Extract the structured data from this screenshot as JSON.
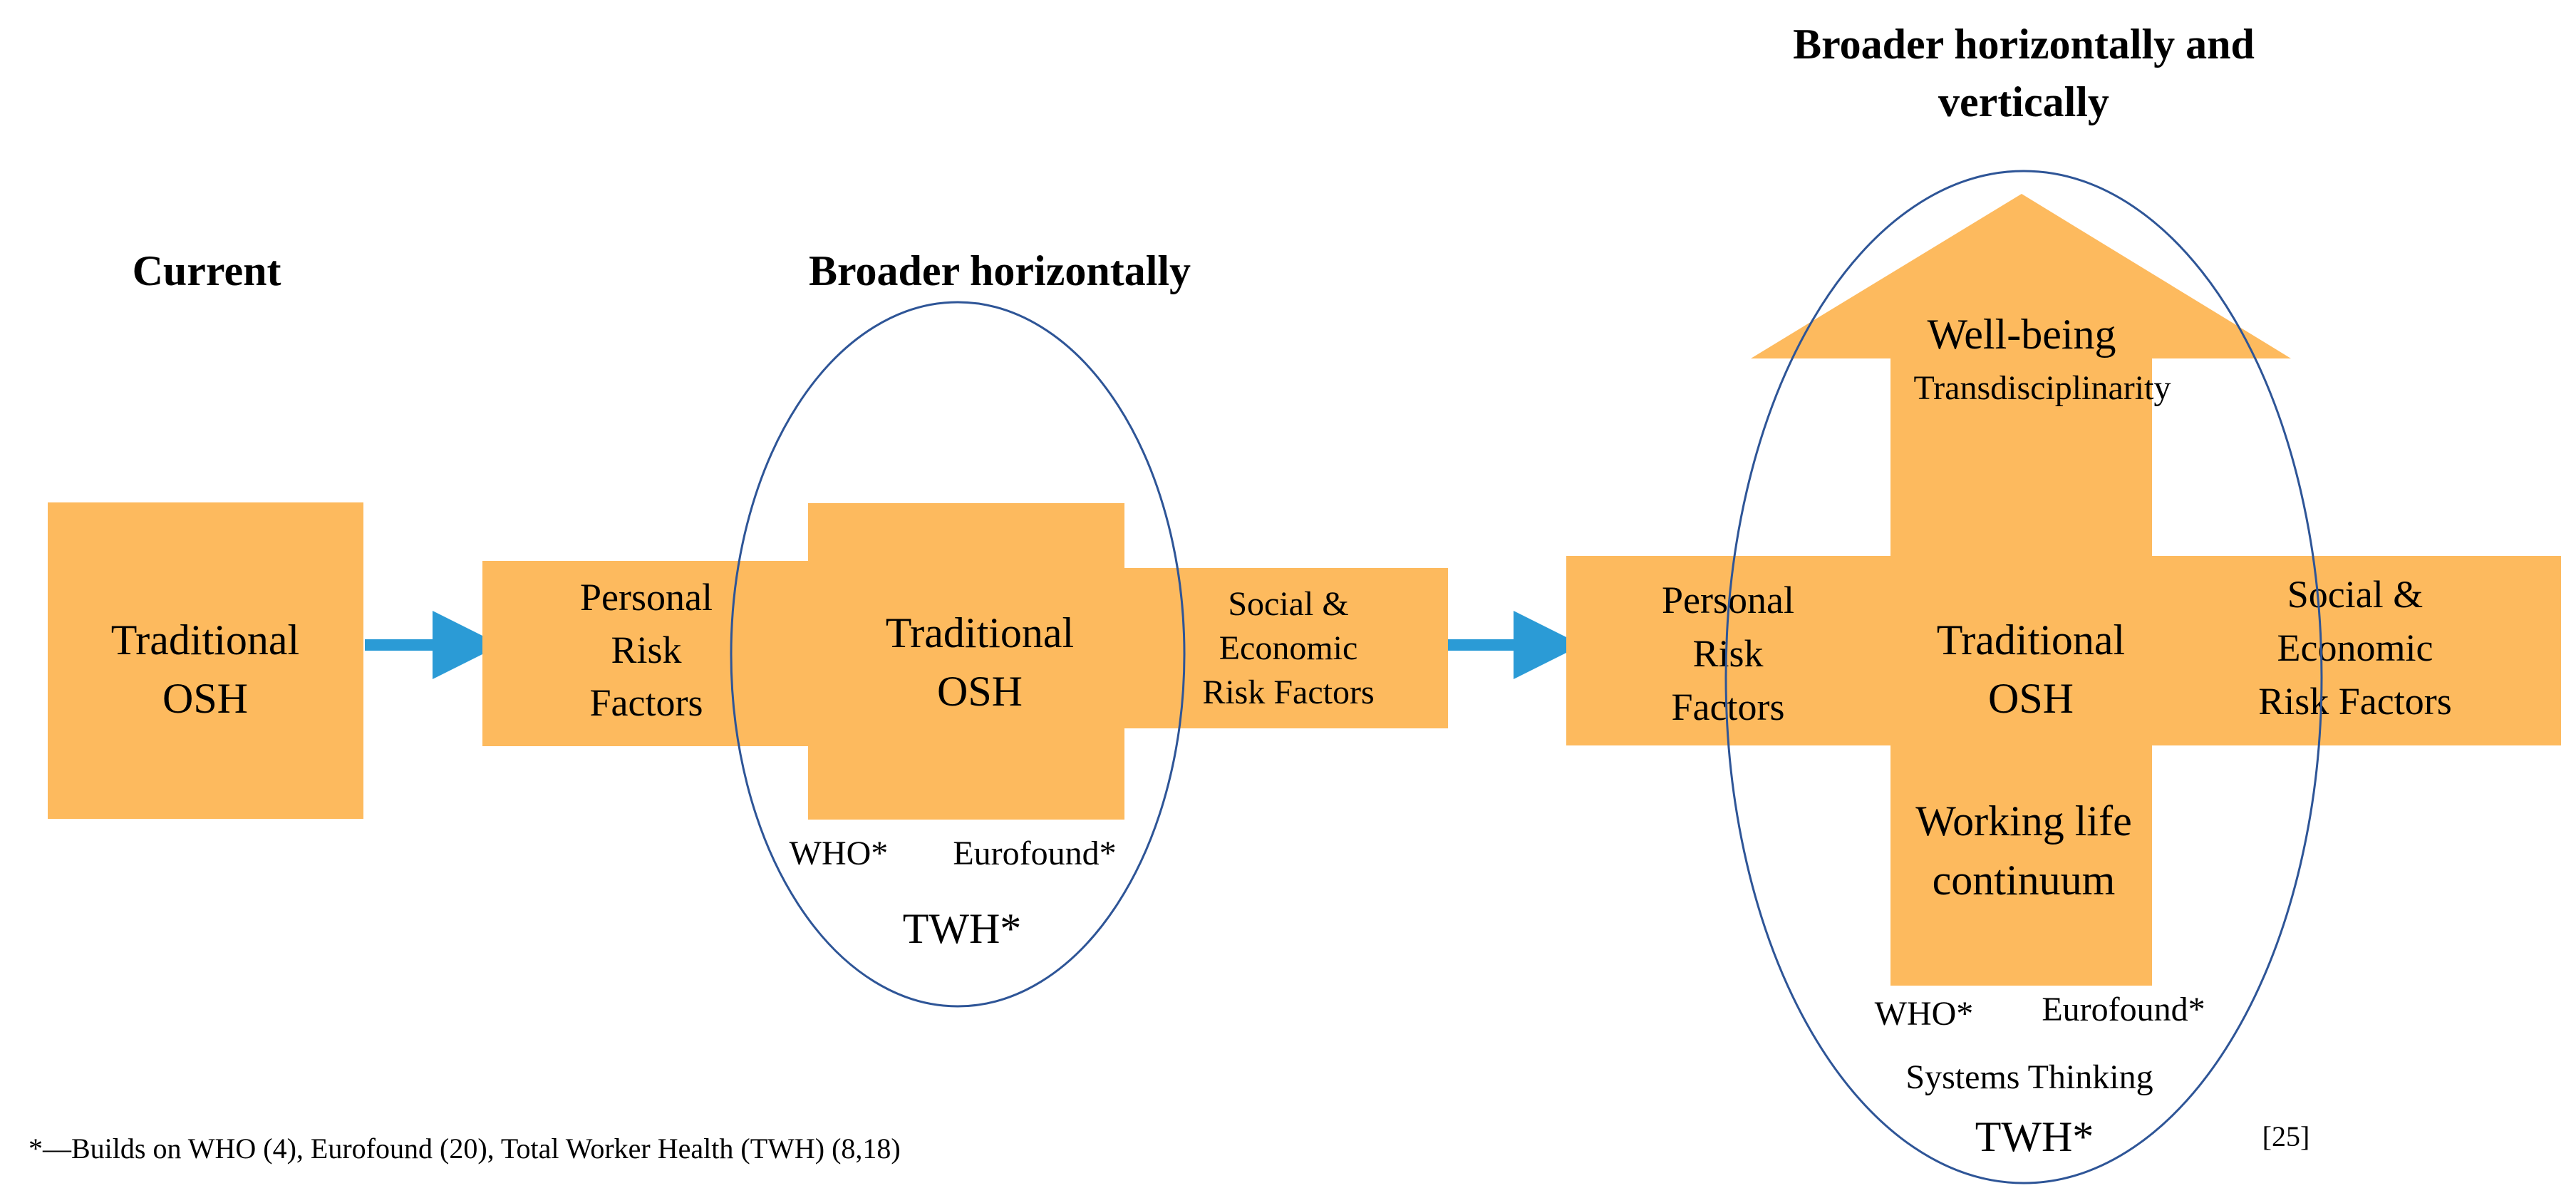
{
  "colors": {
    "box_fill": "#FDBA5E",
    "arrow": "#2B9BD6",
    "ellipse_stroke": "#2E5597",
    "text": "#000000"
  },
  "panels": {
    "current": {
      "heading": "Current",
      "osh_line1": "Traditional",
      "osh_line2": "OSH"
    },
    "horizontal": {
      "heading": "Broader horizontally",
      "personal_line1": "Personal",
      "personal_line2": "Risk",
      "personal_line3": "Factors",
      "osh_line1": "Traditional",
      "osh_line2": "OSH",
      "social_line1": "Social &",
      "social_line2": "Economic",
      "social_line3": "Risk Factors",
      "who": "WHO*",
      "eurofound": "Eurofound*",
      "twh": "TWH*"
    },
    "vertical": {
      "heading_line1": "Broader horizontally and",
      "heading_line2": "vertically",
      "wellbeing": "Well-being",
      "transdisciplinarity": "Transdisciplinarity",
      "personal_line1": "Personal",
      "personal_line2": "Risk",
      "personal_line3": "Factors",
      "osh_line1": "Traditional",
      "osh_line2": "OSH",
      "social_line1": "Social &",
      "social_line2": "Economic",
      "social_line3": "Risk Factors",
      "working_line1": "Working life",
      "working_line2": "continuum",
      "who": "WHO*",
      "eurofound": "Eurofound*",
      "systems": "Systems Thinking",
      "twh": "TWH*"
    }
  },
  "footnote": "*—Builds on WHO (4), Eurofound (20), Total Worker Health (TWH) (8,18)",
  "reference": "[25]"
}
